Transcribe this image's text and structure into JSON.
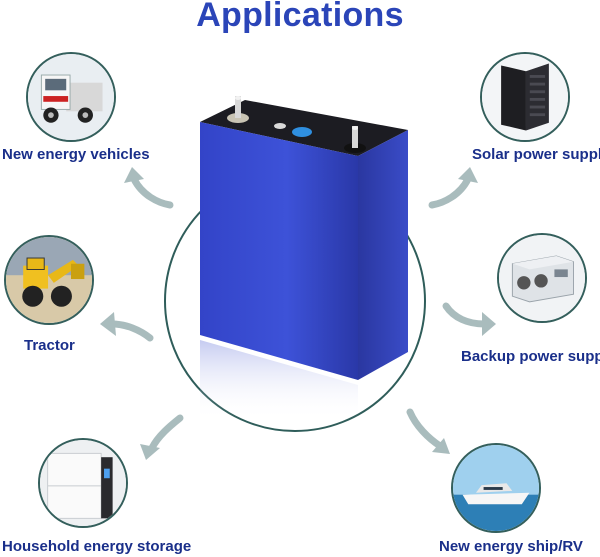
{
  "title": "Applications",
  "colors": {
    "title": "#2b45b8",
    "labels": "#1a2f8a",
    "ring": "#2f5d5a",
    "arrow": "#a9bcbd",
    "battery": "#3d4ecf"
  },
  "applications": [
    {
      "label": "New energy vehicles",
      "icon": "truck-icon"
    },
    {
      "label": "Solar power supply",
      "icon": "solar-battery-rack-icon"
    },
    {
      "label": "Tractor",
      "icon": "tractor-icon"
    },
    {
      "label": "Backup power supply",
      "icon": "ups-unit-icon"
    },
    {
      "label": "Household energy storage",
      "icon": "home-storage-icon"
    },
    {
      "label": "New energy ship/RV",
      "icon": "yacht-icon"
    }
  ]
}
